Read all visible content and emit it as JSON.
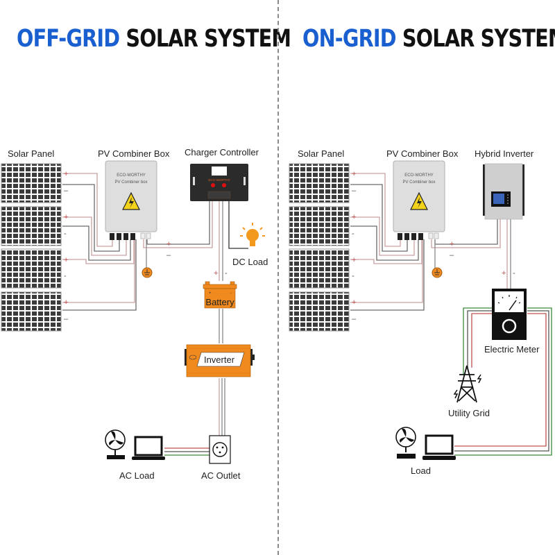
{
  "left": {
    "title_accent": "OFF-GRID",
    "title_main": "SOLAR SYSTEM",
    "labels": {
      "solar_panel": "Solar Panel",
      "combiner_box": "PV Combiner Box",
      "charger_controller": "Charger Controller",
      "dc_load": "DC Load",
      "battery": "Battery",
      "inverter": "Inverter",
      "ac_load": "AC Load",
      "ac_outlet": "AC Outlet"
    },
    "combiner_brand": "ECO-WORTHY",
    "combiner_sub": "PV Combiner box",
    "controller_brand": "ECO-WORTHY"
  },
  "right": {
    "title_accent": "ON-GRID",
    "title_main": "SOLAR SYSTEM",
    "labels": {
      "solar_panel": "Solar Panel",
      "combiner_box": "PV Combiner Box",
      "hybrid_inverter": "Hybrid Inverter",
      "electric_meter": "Electric Meter",
      "utility_grid": "Utility Grid",
      "load": "Load"
    },
    "combiner_brand": "ECO-WORTHY",
    "combiner_sub": "PV Combiner box"
  },
  "polarity": {
    "plus": "+",
    "minus": "−"
  },
  "colors": {
    "accent_blue": "#1a5fd0",
    "wire_red": "#c0504d",
    "wire_gray": "#6b6b6b",
    "wire_green": "#3a8a3a",
    "orange": "#f08a1e"
  }
}
